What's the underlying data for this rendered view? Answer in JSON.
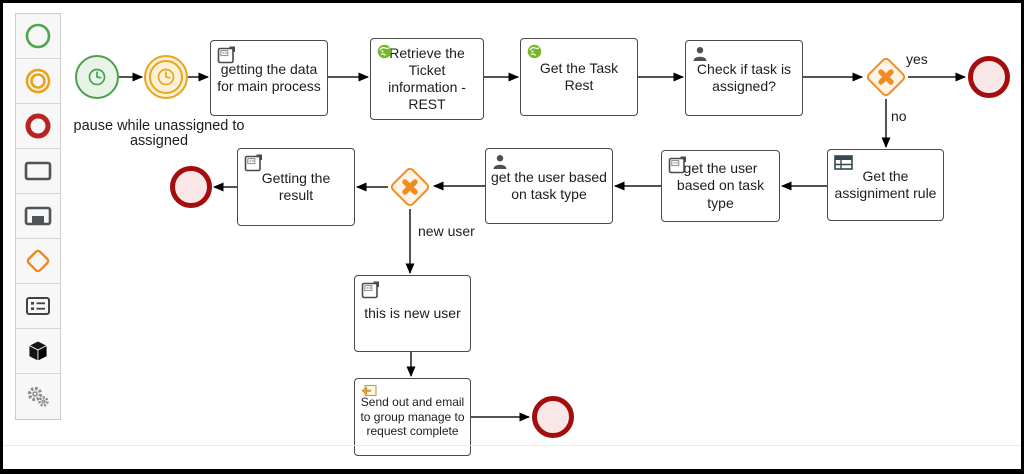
{
  "palette": {
    "items": [
      {
        "icon": "start-event-icon"
      },
      {
        "icon": "intermediate-event-icon"
      },
      {
        "icon": "end-event-icon"
      },
      {
        "icon": "task-icon"
      },
      {
        "icon": "subprocess-icon"
      },
      {
        "icon": "gateway-icon"
      },
      {
        "icon": "decision-table-icon"
      },
      {
        "icon": "cube-icon"
      },
      {
        "icon": "gears-icon"
      }
    ]
  },
  "nodes": {
    "getting_data": {
      "label": "getting the data for main process",
      "icon": "script-icon"
    },
    "retrieve_ticket": {
      "label": "Retrieve the Ticket information -REST",
      "icon": "rest-globe-icon"
    },
    "get_task_rest": {
      "label": "Get the Task Rest",
      "icon": "rest-globe-icon"
    },
    "check_assigned": {
      "label": "Check if task is assigned?",
      "icon": "user-icon"
    },
    "assignment_rule": {
      "label": "Get the assigniment rule",
      "icon": "business-rule-icon"
    },
    "get_user_script": {
      "label": "get the user based on task type",
      "icon": "script-icon"
    },
    "get_user_task": {
      "label": "get the user based on task type",
      "icon": "user-icon"
    },
    "getting_result": {
      "label": "Getting the result",
      "icon": "script-icon"
    },
    "new_user_task": {
      "label": "this is new user",
      "icon": "script-icon"
    },
    "send_email": {
      "label": "Send out and email to group manage to request complete",
      "icon": "send-icon"
    }
  },
  "edge_labels": {
    "yes": "yes",
    "no": "no",
    "new_user": "new user"
  },
  "annotations": {
    "pause": "pause while unassigned to assigned"
  },
  "colors": {
    "start_green": "#49a14d",
    "intermediate_orange": "#e9a61a",
    "end_red": "#a30d0d",
    "gateway_orange": "#ef8d22",
    "task_border": "#4a4a4a",
    "rest_green": "#76b82a"
  }
}
